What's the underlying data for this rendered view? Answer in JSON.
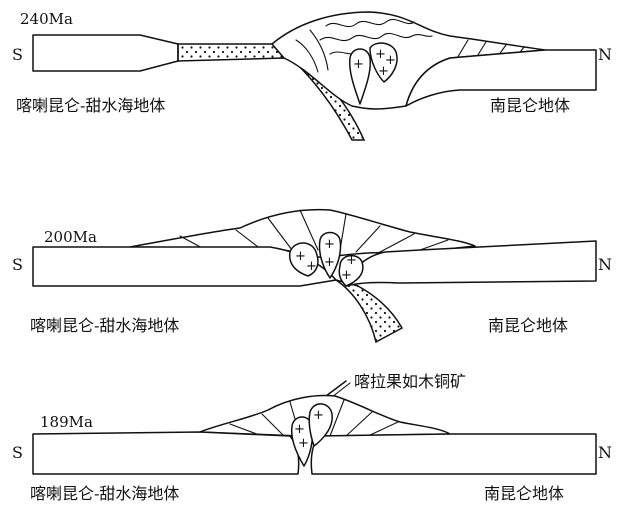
{
  "panels": [
    {
      "age": "240Ma",
      "south": "S",
      "north": "N",
      "left_terrane": "喀喇昆仑-甜水海地体",
      "right_terrane": "南昆仑地体"
    },
    {
      "age": "200Ma",
      "south": "S",
      "north": "N",
      "left_terrane": "喀喇昆仑-甜水海地体",
      "right_terrane": "南昆仑地体"
    },
    {
      "age": "189Ma",
      "south": "S",
      "north": "N",
      "left_terrane": "喀喇昆仑-甜水海地体",
      "right_terrane": "南昆仑地体",
      "callout": "喀拉果如木铜矿"
    }
  ],
  "granite_symbol": "+"
}
